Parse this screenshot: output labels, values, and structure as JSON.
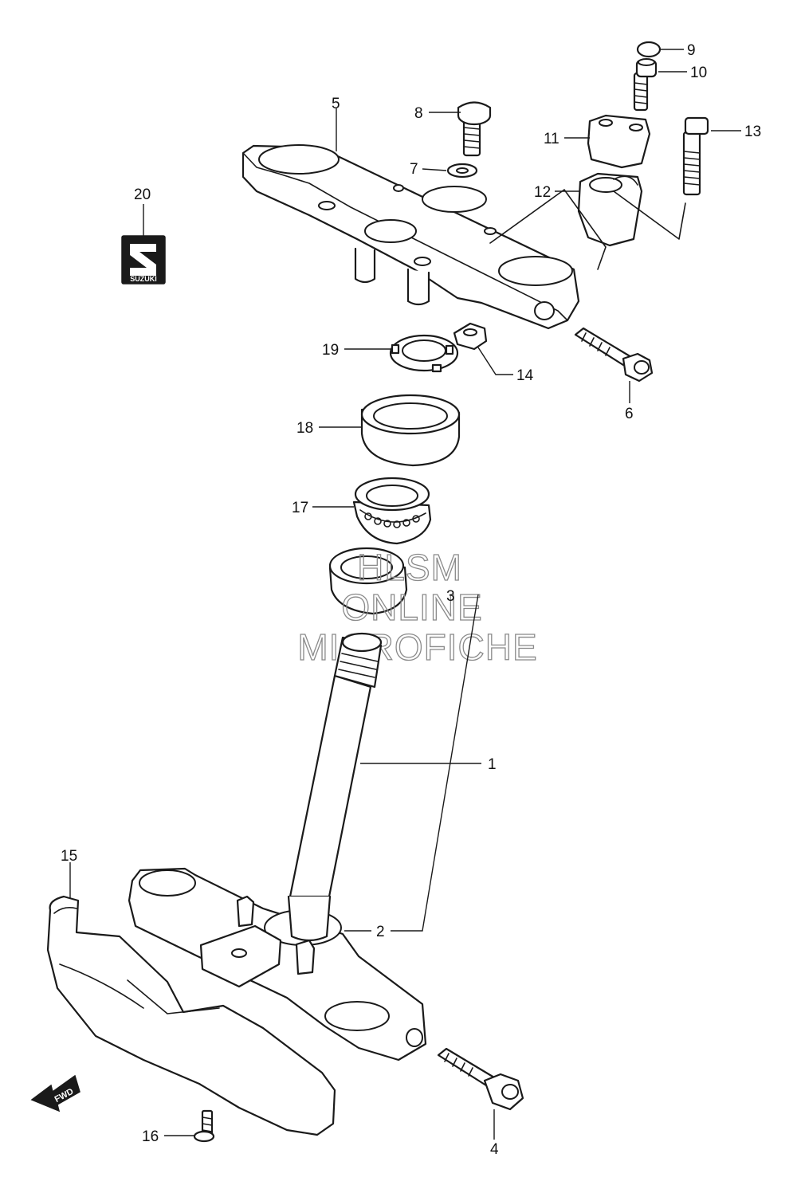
{
  "callouts": [
    {
      "id": "1",
      "text": "1"
    },
    {
      "id": "2",
      "text": "2"
    },
    {
      "id": "3",
      "text": "3"
    },
    {
      "id": "4",
      "text": "4"
    },
    {
      "id": "5",
      "text": "5"
    },
    {
      "id": "6",
      "text": "6"
    },
    {
      "id": "7",
      "text": "7"
    },
    {
      "id": "8",
      "text": "8"
    },
    {
      "id": "9",
      "text": "9"
    },
    {
      "id": "10",
      "text": "10"
    },
    {
      "id": "11",
      "text": "11"
    },
    {
      "id": "12",
      "text": "12"
    },
    {
      "id": "13",
      "text": "13"
    },
    {
      "id": "14",
      "text": "14"
    },
    {
      "id": "15",
      "text": "15"
    },
    {
      "id": "16",
      "text": "16"
    },
    {
      "id": "17",
      "text": "17"
    },
    {
      "id": "18",
      "text": "18"
    },
    {
      "id": "19",
      "text": "19"
    },
    {
      "id": "20",
      "text": "20"
    }
  ],
  "logo": {
    "text": "SUZUKI"
  },
  "watermark": {
    "line1": "HLSM",
    "line2": "ONLINE",
    "line3": "MICROFICHE"
  },
  "fwd_arrow": {
    "text": "FWD"
  },
  "icons": [
    "suzuki-logo-icon",
    "fwd-arrow-icon"
  ]
}
